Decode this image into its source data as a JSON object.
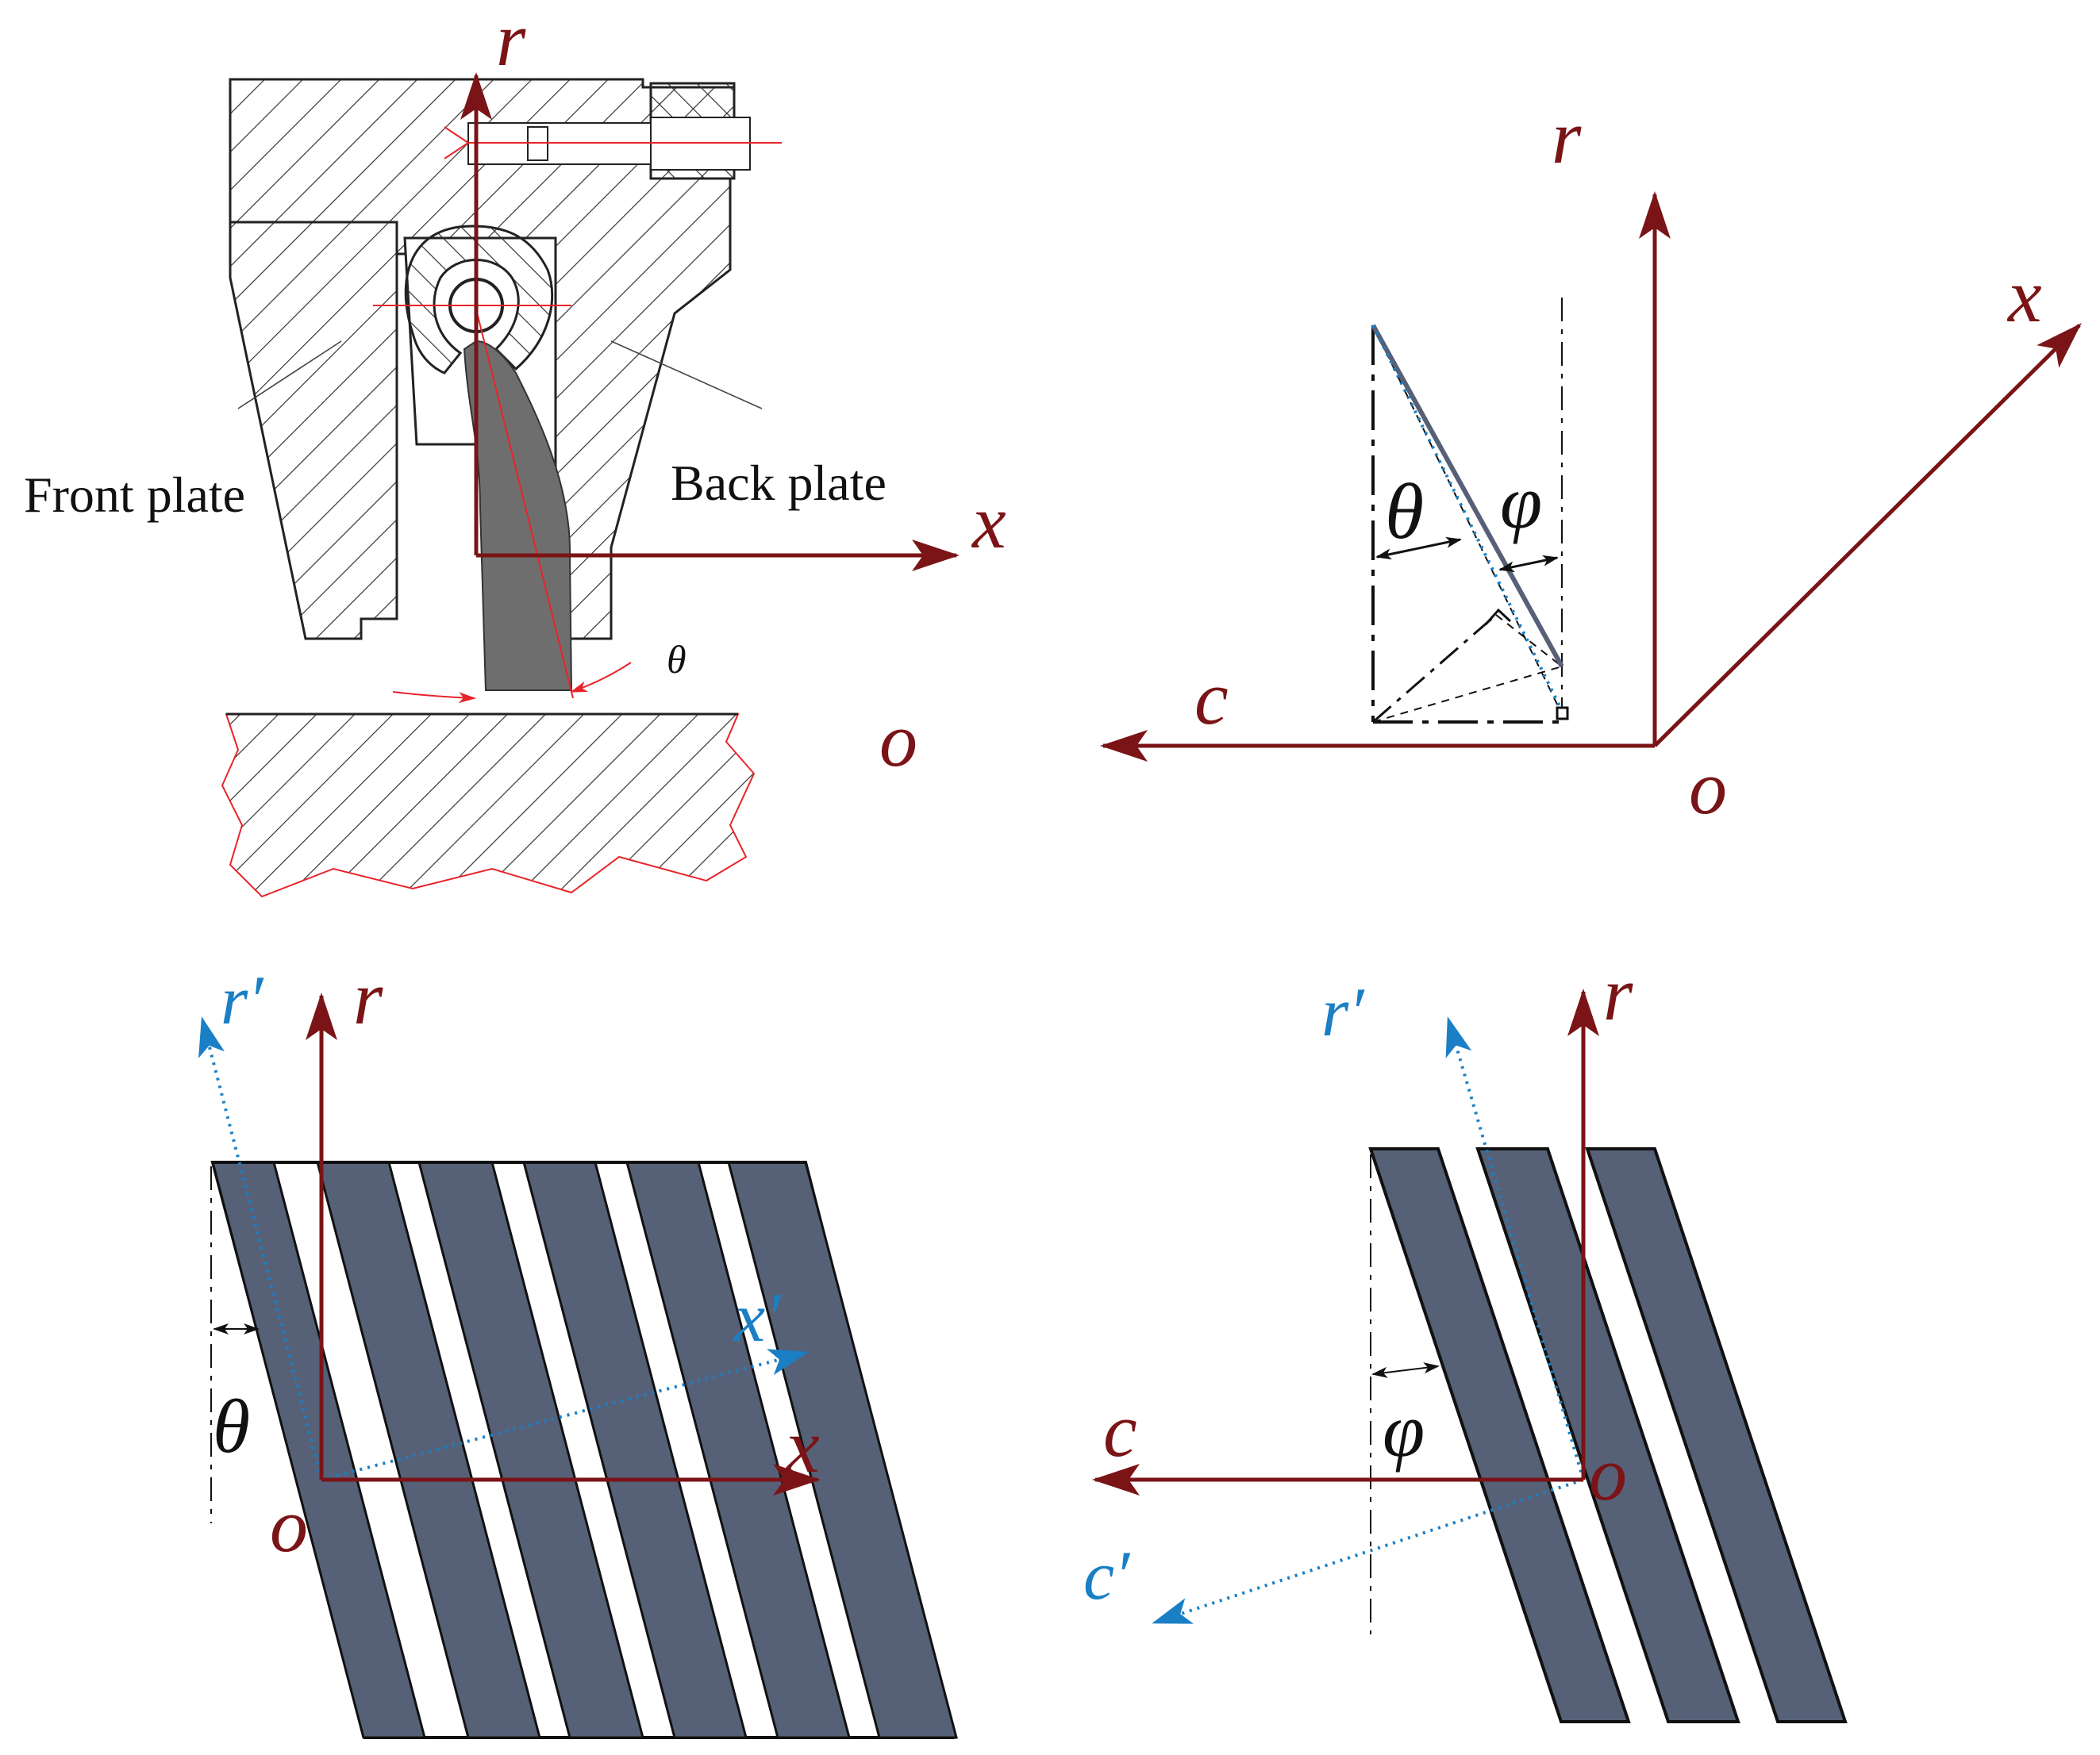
{
  "colors": {
    "axis_red": "#7a1416",
    "axis_blue": "#1a7fc4",
    "bristle_fill": "#566178",
    "hatch": "#333333",
    "thin_red": "#e8242a"
  },
  "panel_a": {
    "front_plate_label": "Front plate",
    "back_plate_label": "Back plate",
    "axis_r": "r",
    "axis_x": "x",
    "origin": "o",
    "angle": "θ"
  },
  "panel_b": {
    "axis_r": "r",
    "axis_x": "x",
    "axis_c": "c",
    "origin": "o",
    "angle_theta": "θ",
    "angle_phi": "φ"
  },
  "panel_c": {
    "axis_r": "r",
    "axis_r_prime": "r′",
    "axis_x": "x",
    "axis_x_prime": "x′",
    "origin": "o",
    "angle": "θ"
  },
  "panel_d": {
    "axis_r": "r",
    "axis_r_prime": "r′",
    "axis_c": "c",
    "axis_c_prime": "c′",
    "origin": "o",
    "angle": "φ"
  }
}
